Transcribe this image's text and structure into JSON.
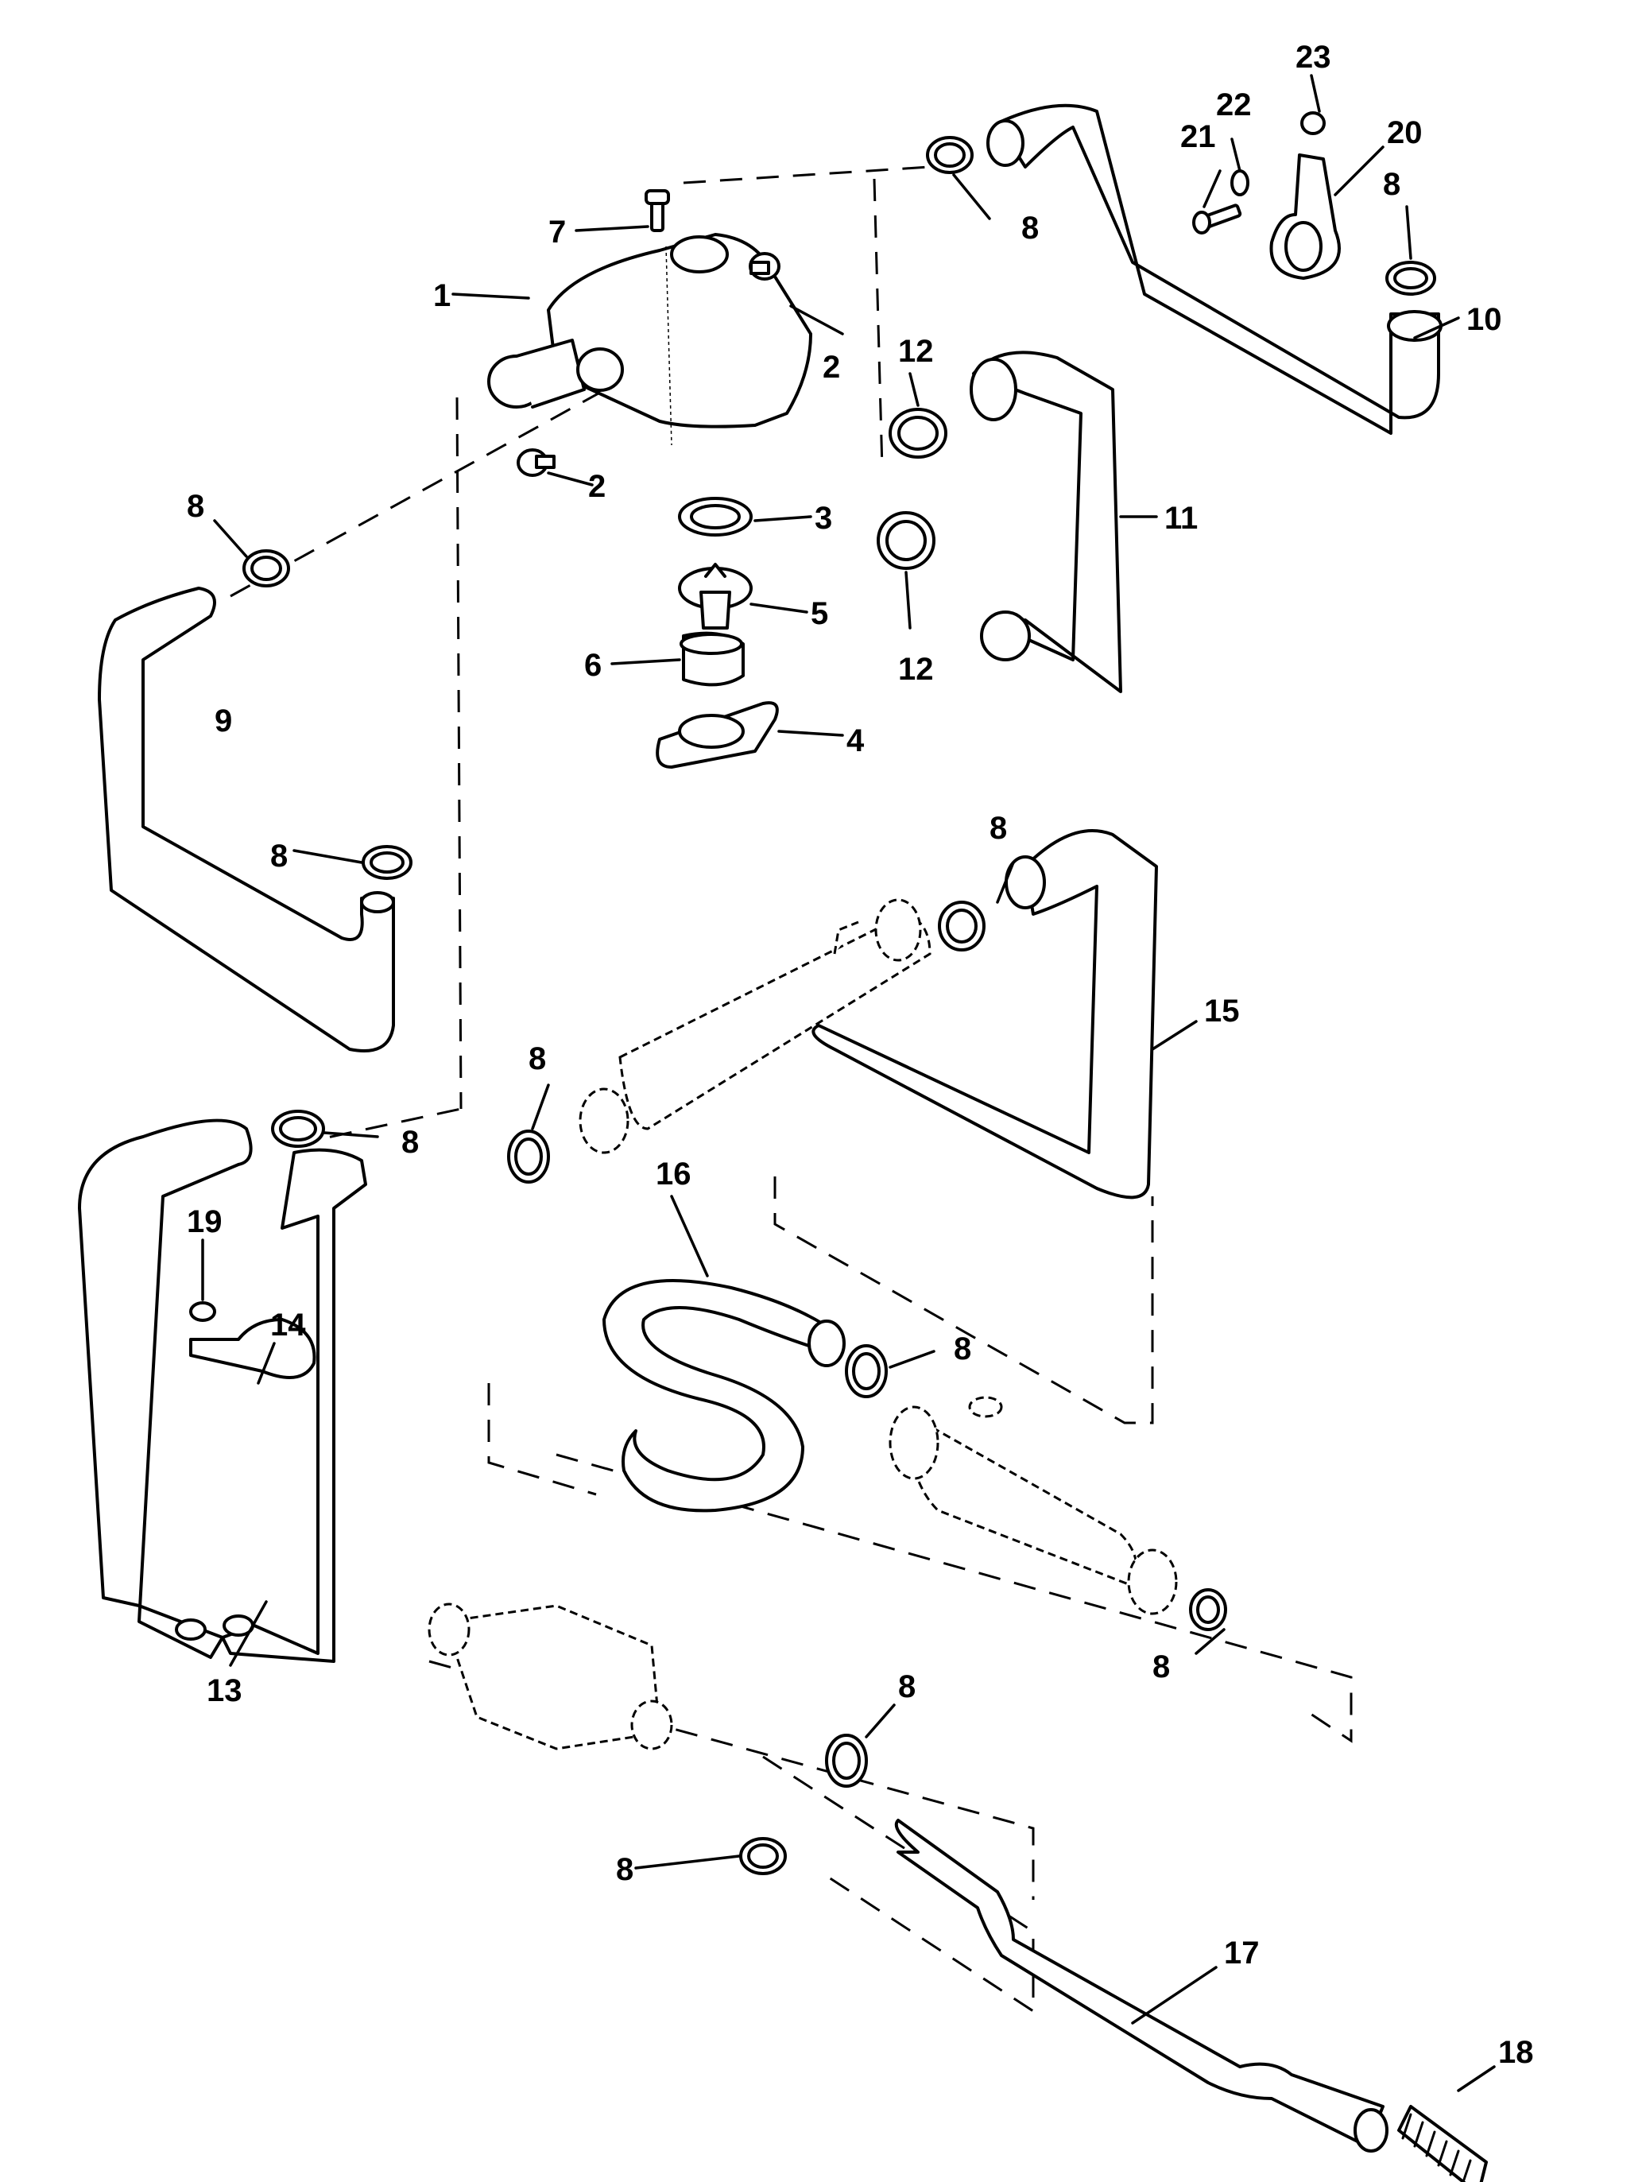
{
  "diagram": {
    "title": "",
    "type": "exploded-parts-diagram",
    "subject": "Engine cooling hoses, thermostat housing and water flow components",
    "callouts": [
      {
        "id": "c1",
        "label": "1",
        "part": "thermostat-housing"
      },
      {
        "id": "c2a",
        "label": "2",
        "part": "plug"
      },
      {
        "id": "c2b",
        "label": "2",
        "part": "plug"
      },
      {
        "id": "c3",
        "label": "3",
        "part": "gasket"
      },
      {
        "id": "c4",
        "label": "4",
        "part": "gasket-plate"
      },
      {
        "id": "c5",
        "label": "5",
        "part": "thermostat"
      },
      {
        "id": "c6",
        "label": "6",
        "part": "sleeve"
      },
      {
        "id": "c7",
        "label": "7",
        "part": "bolt"
      },
      {
        "id": "c8a",
        "label": "8",
        "part": "hose-clamp"
      },
      {
        "id": "c8b",
        "label": "8",
        "part": "hose-clamp"
      },
      {
        "id": "c8c",
        "label": "8",
        "part": "hose-clamp"
      },
      {
        "id": "c8d",
        "label": "8",
        "part": "hose-clamp"
      },
      {
        "id": "c8e",
        "label": "8",
        "part": "hose-clamp"
      },
      {
        "id": "c8f",
        "label": "8",
        "part": "hose-clamp"
      },
      {
        "id": "c8g",
        "label": "8",
        "part": "hose-clamp"
      },
      {
        "id": "c8h",
        "label": "8",
        "part": "hose-clamp"
      },
      {
        "id": "c8i",
        "label": "8",
        "part": "hose-clamp"
      },
      {
        "id": "c8j",
        "label": "8",
        "part": "hose-clamp"
      },
      {
        "id": "c8k",
        "label": "8",
        "part": "hose-clamp"
      },
      {
        "id": "c9",
        "label": "9",
        "part": "hose"
      },
      {
        "id": "c10",
        "label": "10",
        "part": "hose"
      },
      {
        "id": "c11",
        "label": "11",
        "part": "hose-u-shaped"
      },
      {
        "id": "c12a",
        "label": "12",
        "part": "hose-clamp"
      },
      {
        "id": "c12b",
        "label": "12",
        "part": "hose-clamp"
      },
      {
        "id": "c13",
        "label": "13",
        "part": "hose"
      },
      {
        "id": "c14",
        "label": "14",
        "part": "hose-bracket"
      },
      {
        "id": "c15",
        "label": "15",
        "part": "hose"
      },
      {
        "id": "c16",
        "label": "16",
        "part": "hose-s-shaped"
      },
      {
        "id": "c17",
        "label": "17",
        "part": "hose"
      },
      {
        "id": "c18",
        "label": "18",
        "part": "spring"
      },
      {
        "id": "c19",
        "label": "19",
        "part": "nut"
      },
      {
        "id": "c20",
        "label": "20",
        "part": "hose-bracket"
      },
      {
        "id": "c21",
        "label": "21",
        "part": "screw"
      },
      {
        "id": "c22",
        "label": "22",
        "part": "washer"
      },
      {
        "id": "c23",
        "label": "23",
        "part": "nut"
      }
    ]
  }
}
